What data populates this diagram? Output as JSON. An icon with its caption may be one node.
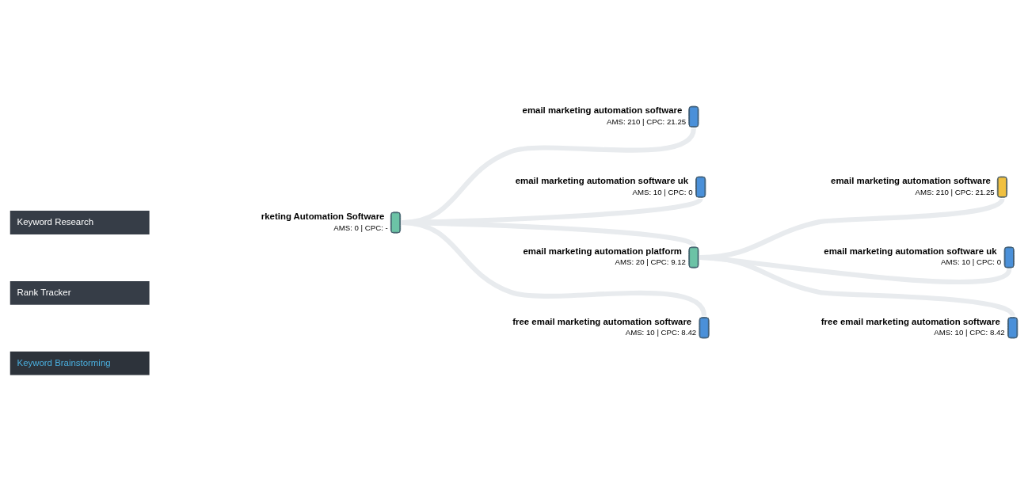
{
  "diagram": {
    "nodes": [
      {
        "text": [
          "rketing Automation Software",
          "AMS: 0 | CPC: -"
        ]
      },
      {
        "text": [
          "email marketing automation software",
          "AMS: 210 | CPC: 21.25"
        ]
      },
      {
        "text": [
          "email marketing automation software uk",
          "AMS: 10 | CPC: 0"
        ]
      },
      {
        "text": [
          "email marketing automation platform",
          "AMS: 20 | CPC: 9.12"
        ]
      },
      {
        "text": [
          "free email marketing automation software",
          "AMS: 10 | CPC: 8.42"
        ]
      },
      {
        "text": [
          "email marketing automation software",
          "AMS: 210 | CPC: 21.25"
        ]
      },
      {
        "text": [
          "email marketing automation software uk",
          "AMS: 10 | CPC: 0"
        ]
      },
      {
        "text": [
          "free email marketing automation software",
          "AMS: 10 | CPC: 8.42"
        ]
      }
    ],
    "edges": [
      {
        "from": 0,
        "to": 1,
        "arrow": "none"
      },
      {
        "from": 0,
        "to": 2,
        "arrow": "none"
      },
      {
        "from": 0,
        "to": 3,
        "arrow": "none"
      },
      {
        "from": 0,
        "to": 4,
        "arrow": "none"
      },
      {
        "from": 3,
        "to": 5,
        "arrow": "none"
      },
      {
        "from": 3,
        "to": 6,
        "arrow": "none"
      },
      {
        "from": 3,
        "to": 7,
        "arrow": "none"
      }
    ],
    "labels": [
      "Keyword Research",
      "Rank Tracker",
      "Keyword Brainstorming"
    ]
  }
}
